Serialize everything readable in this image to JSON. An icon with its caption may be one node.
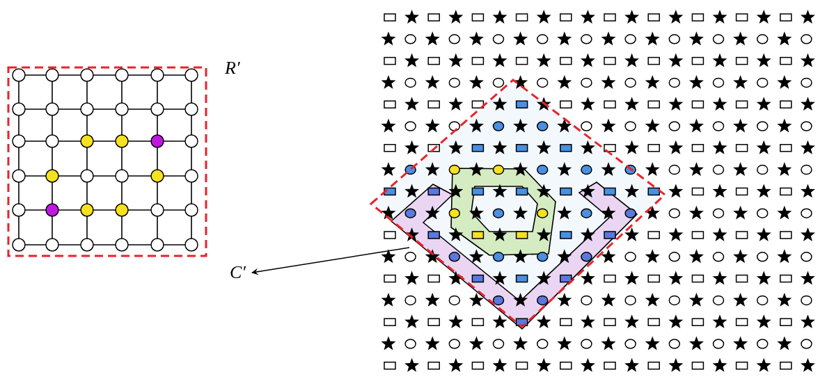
{
  "diagram": {
    "nodes": [
      {
        "text": [
          "C′"
        ]
      },
      {
        "text": [],
        "shape": "band"
      }
    ],
    "edges": [
      {
        "from": 1,
        "to": 0,
        "arrow": "to"
      }
    ],
    "labels": [
      "R′"
    ]
  }
}
